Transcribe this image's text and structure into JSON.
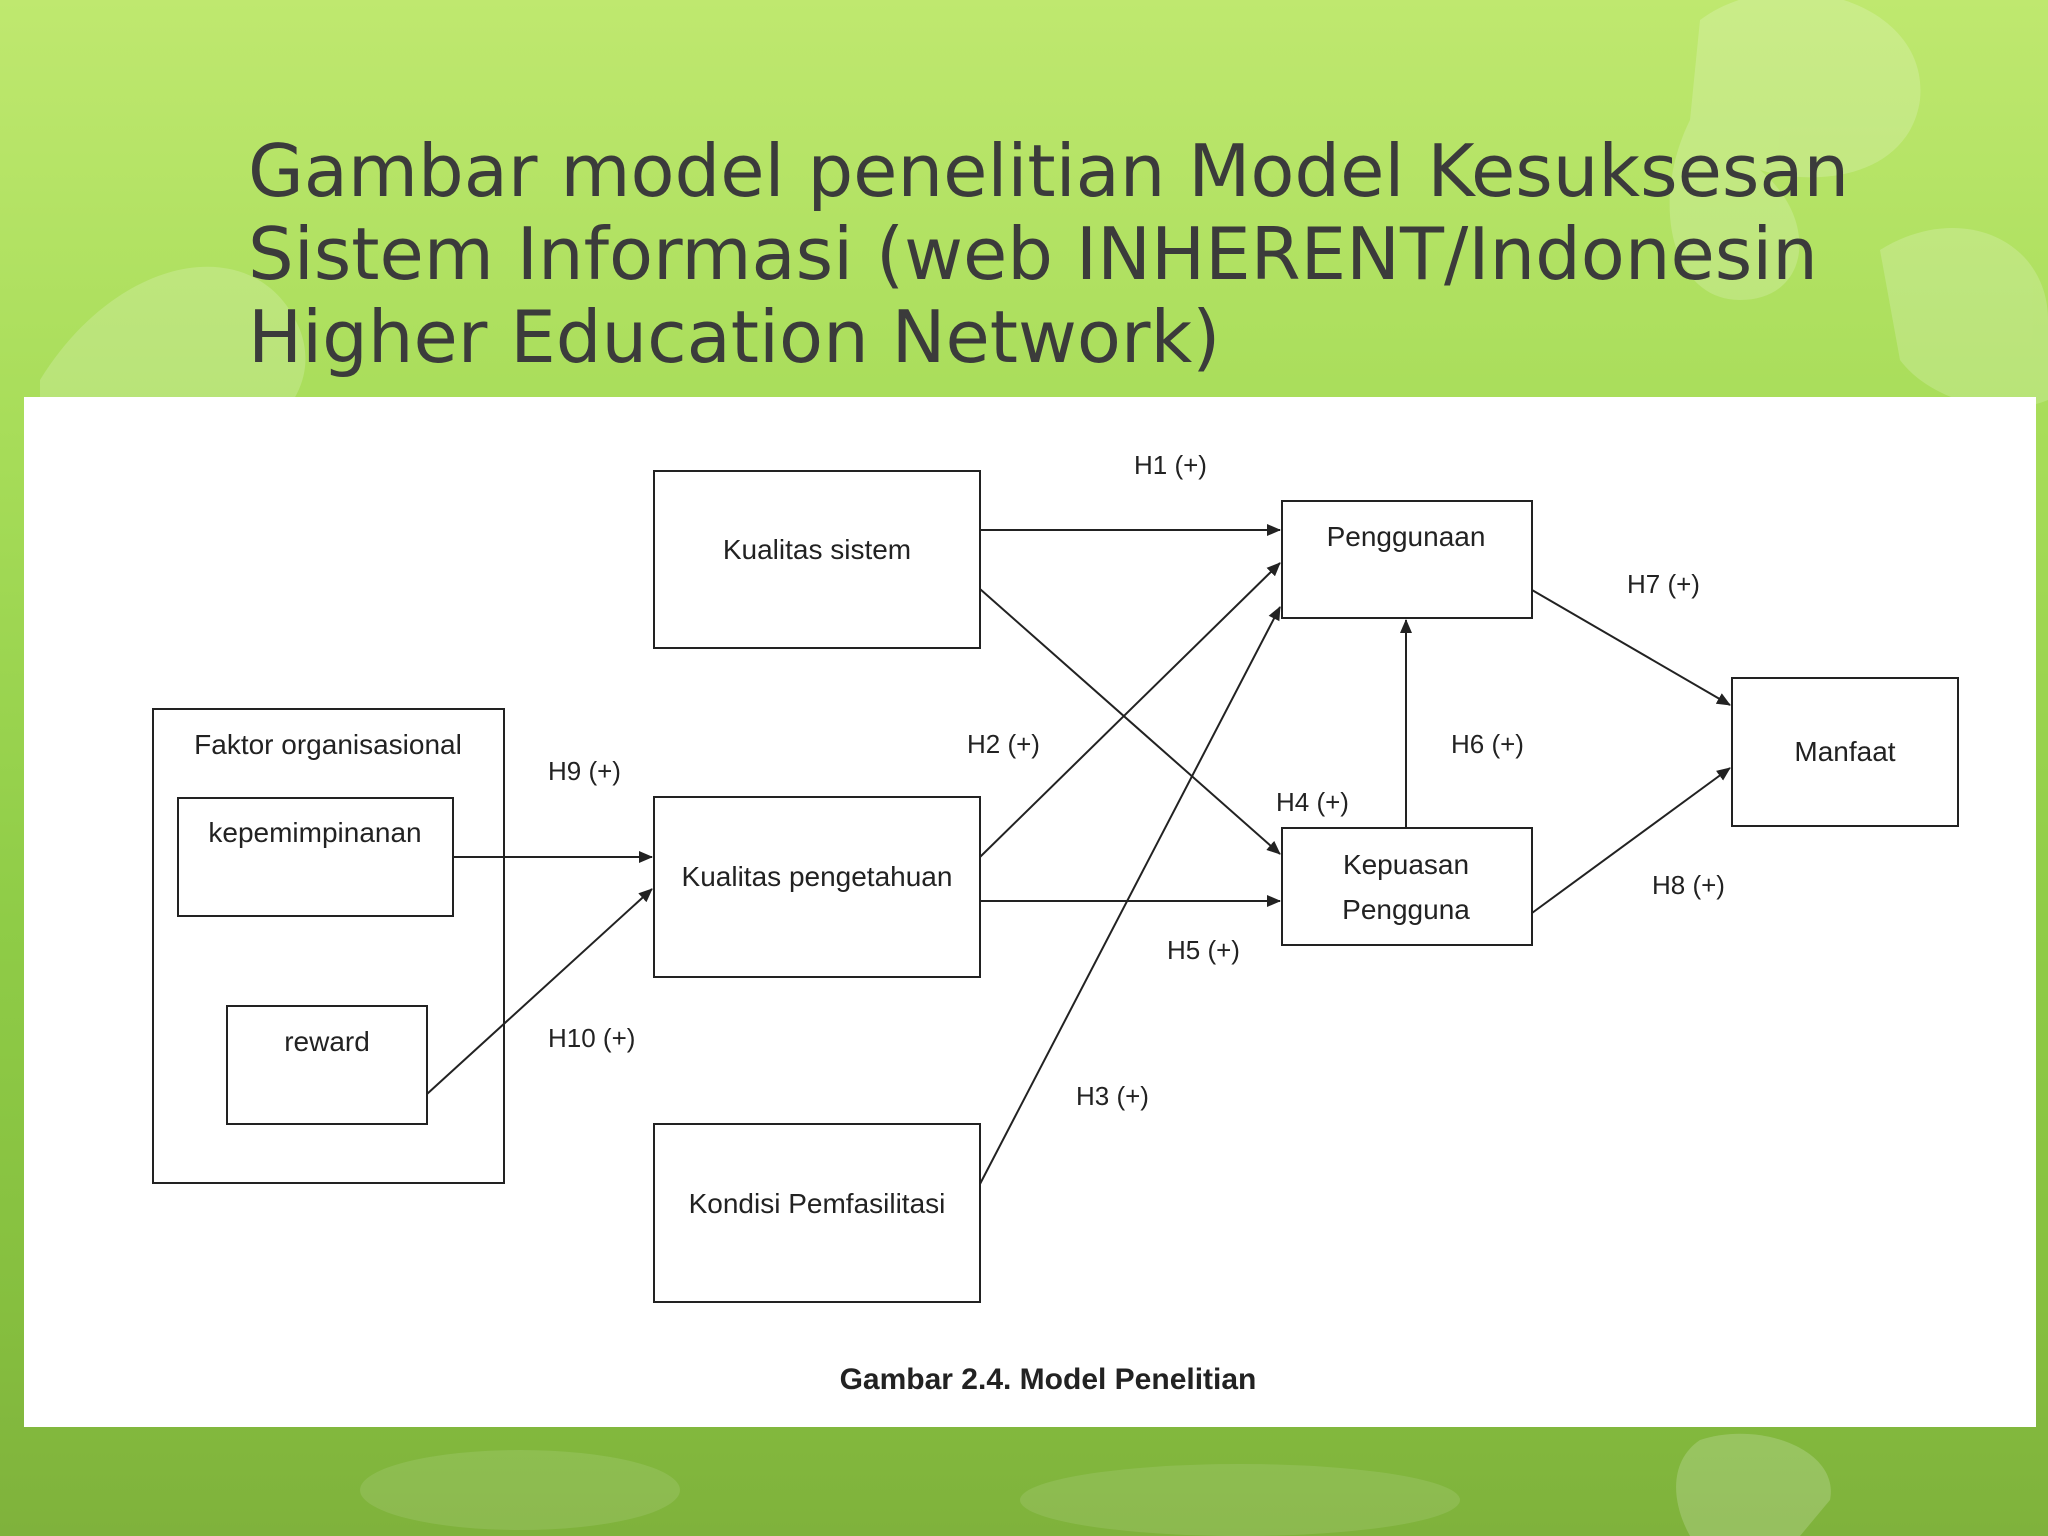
{
  "slide": {
    "title_line1": "Gambar model penelitian Model Kesuksesan",
    "title_line2": "Sistem Informasi (web INHERENT/Indonesin",
    "title_line3": "Higher Education Network)"
  },
  "diagram": {
    "nodes": {
      "kualitas_sistem": "Kualitas sistem",
      "kualitas_pengetahuan": "Kualitas pengetahuan",
      "kondisi_pemfasilitasi": "Kondisi Pemfasilitasi",
      "penggunaan": "Penggunaan",
      "kepuasan_line1": "Kepuasan",
      "kepuasan_line2": "Pengguna",
      "manfaat": "Manfaat",
      "faktor_organisasional": "Faktor organisasional",
      "kepemimpinanan": "kepemimpinanan",
      "reward": "reward"
    },
    "hypotheses": {
      "h1": "H1 (+)",
      "h2": "H2 (+)",
      "h3": "H3 (+)",
      "h4": "H4 (+)",
      "h5": "H5 (+)",
      "h6": "H6 (+)",
      "h7": "H7 (+)",
      "h8": "H8 (+)",
      "h9": "H9 (+)",
      "h10": "H10 (+)"
    },
    "caption": "Gambar 2.4. Model Penelitian"
  },
  "colors": {
    "background_top": "#bfe86f",
    "background_bottom": "#7fb23c",
    "title_text": "#3b3b3b",
    "panel": "#ffffff",
    "lines": "#222222"
  }
}
